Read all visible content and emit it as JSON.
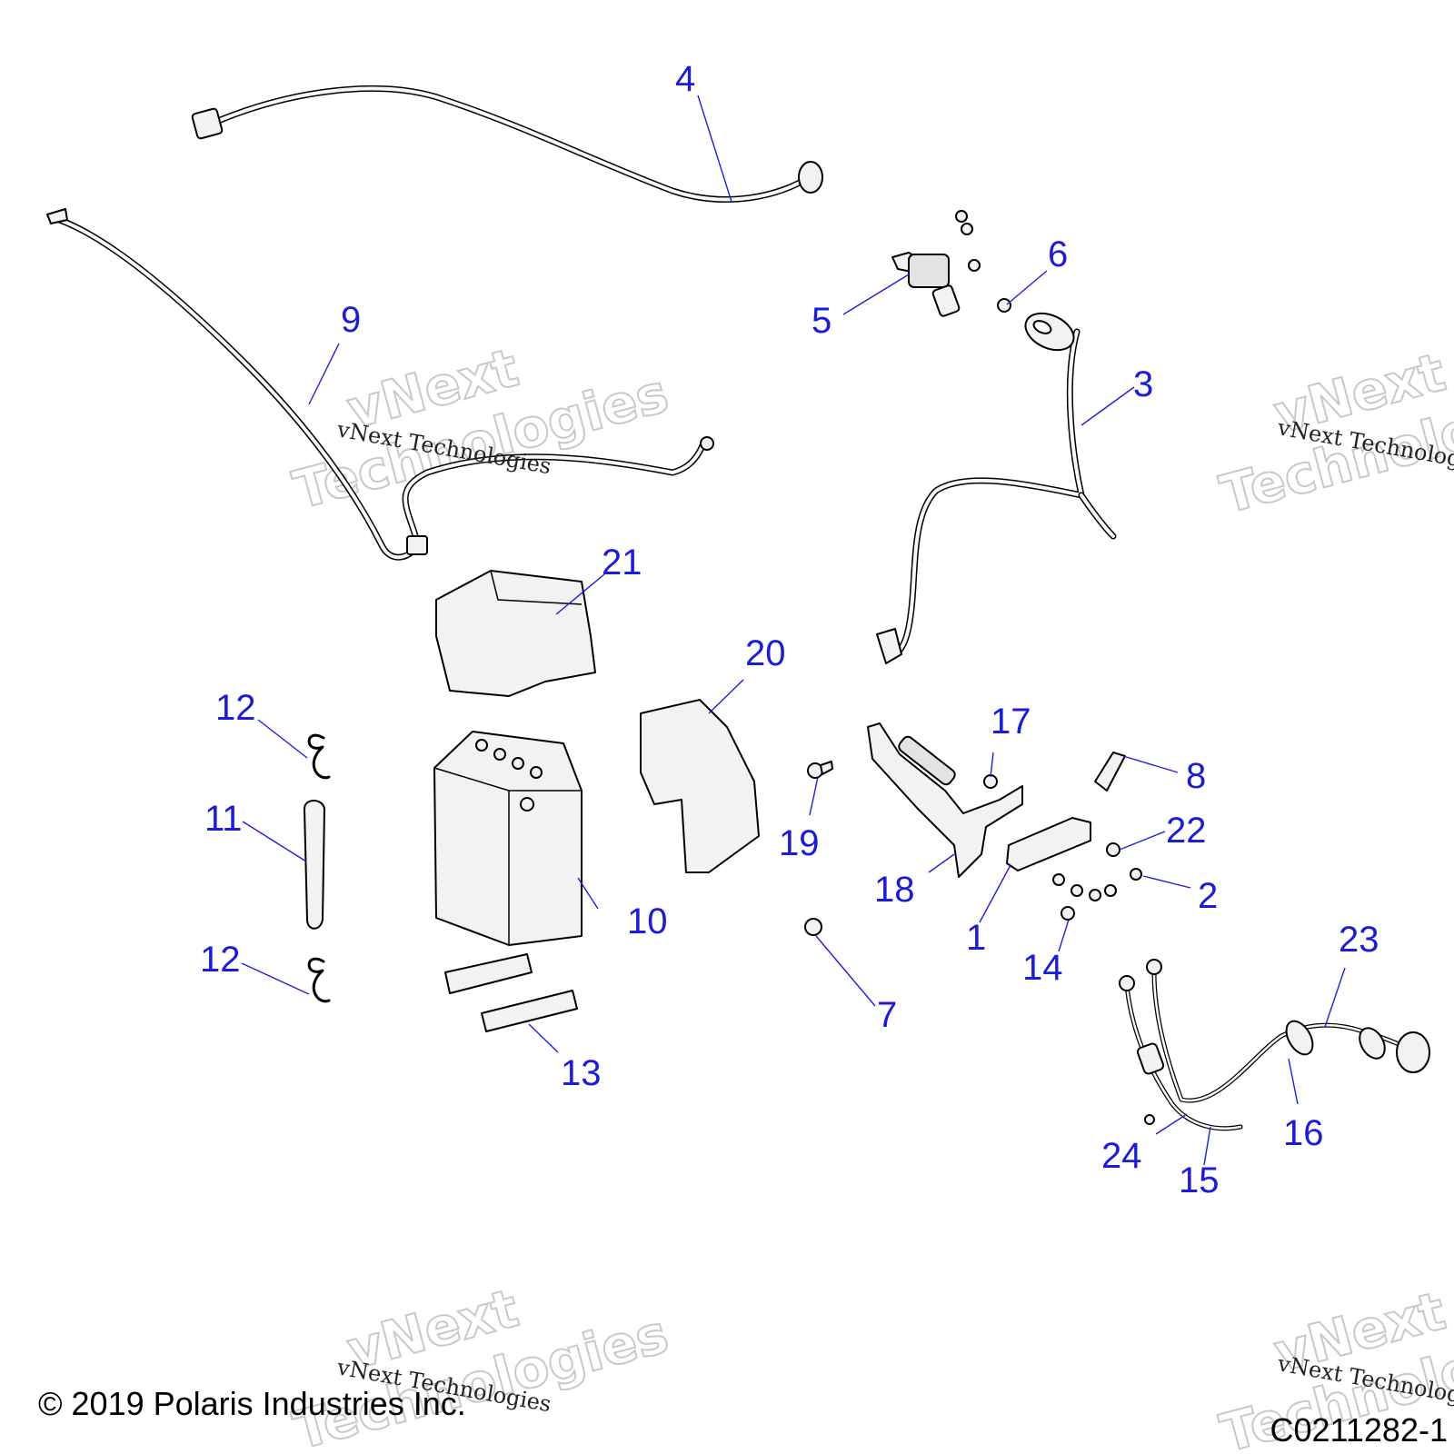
{
  "callouts": {
    "c1": "1",
    "c2": "2",
    "c3": "3",
    "c4": "4",
    "c5": "5",
    "c6": "6",
    "c7": "7",
    "c8": "8",
    "c9": "9",
    "c10": "10",
    "c11": "11",
    "c12a": "12",
    "c12b": "12",
    "c13": "13",
    "c14": "14",
    "c15": "15",
    "c16": "16",
    "c17": "17",
    "c18": "18",
    "c19": "19",
    "c20": "20",
    "c21": "21",
    "c22": "22",
    "c23": "23",
    "c24": "24"
  },
  "watermark": {
    "line": "vNext Technologies",
    "big_word1": "vNext",
    "big_word2": "Technologies"
  },
  "footer": {
    "copyright": "© 2019 Polaris Industries Inc.",
    "figure_id": "C0211282-1"
  }
}
